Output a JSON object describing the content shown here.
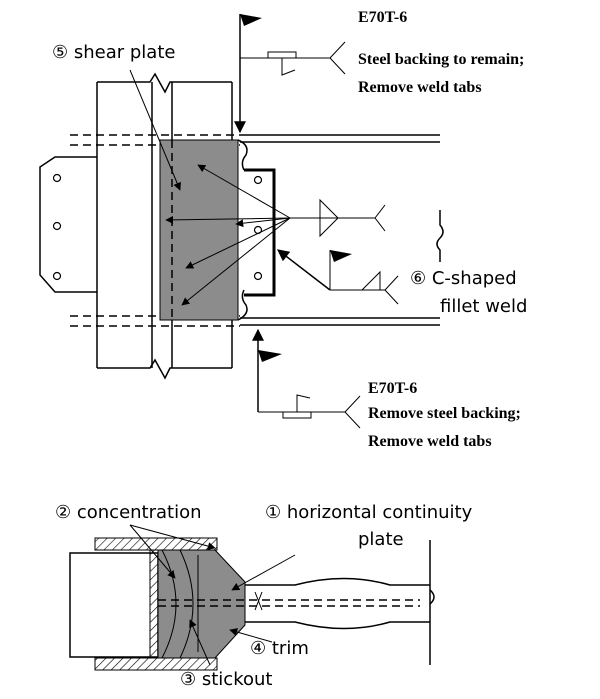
{
  "top_diagram": {
    "label_shear_plate": "⑤ shear plate",
    "label_c_weld_line1": "⑥ C-shaped",
    "label_c_weld_line2": "fillet weld",
    "weld_top": {
      "line1": "E70T-6",
      "line2": "Steel backing to remain;",
      "line3": "Remove weld tabs"
    },
    "weld_bottom": {
      "line1": "E70T-6",
      "line2": "Remove steel backing;",
      "line3": "Remove weld tabs"
    }
  },
  "bottom_diagram": {
    "label_concentration": "② concentration",
    "label_continuity_line1": "① horizontal continuity",
    "label_continuity_line2": "plate",
    "label_trim": "④ trim",
    "label_stickout": "③ stickout"
  },
  "colors": {
    "plate_fill": "#8c8c8c",
    "line": "#000000",
    "background": "#ffffff"
  }
}
